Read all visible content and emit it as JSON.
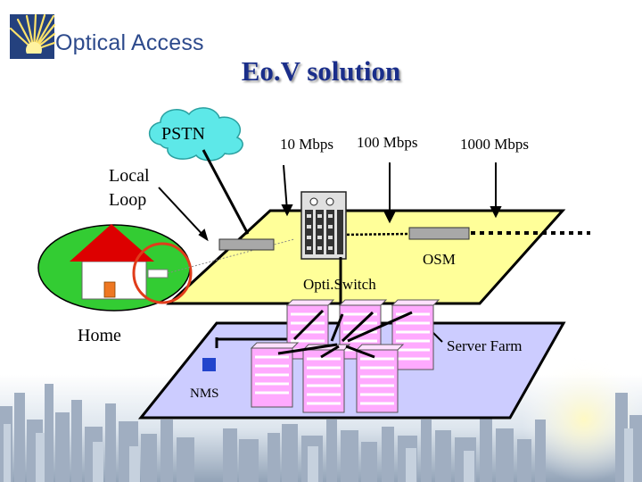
{
  "header": {
    "company": "Optical Access"
  },
  "slide": {
    "title": "Eo.V solution"
  },
  "diagram": {
    "cloud_label": "PSTN",
    "local_loop_line1": "Local",
    "local_loop_line2": "Loop",
    "speed_10": "10 Mbps",
    "speed_100": "100 Mbps",
    "speed_1000": "1000 Mbps",
    "osm": "OSM",
    "switch": "Opti.Switch",
    "home": "Home",
    "server_farm": "Server Farm",
    "nms": "NMS"
  },
  "colors": {
    "title": "#1a2e8a",
    "upper_plane": "#ffff99",
    "lower_plane": "#ccccff",
    "cloud": "#5de8e8",
    "home_circle": "#33cc33",
    "house_roof": "#dd0000",
    "highlight_ring": "#e03c1a",
    "server": "#ffaaff",
    "nms_box": "#2244cc"
  }
}
